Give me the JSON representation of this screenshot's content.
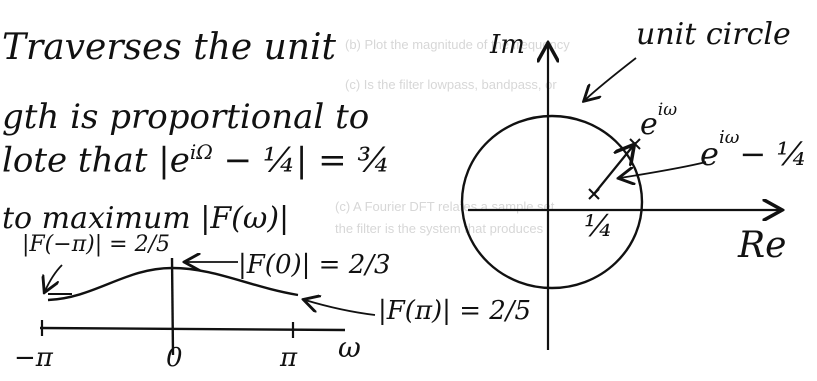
{
  "handwritten_notes": {
    "line1": "Traverses the unit",
    "line2": "gth is proportional to",
    "line3_prefix": "lote that ",
    "line3_expr": "|e",
    "line3_exp": "iΩ",
    "line3_rest": " − ¼| = ¾",
    "line4": "to maximum |F(ω)|"
  },
  "bleed_through": {
    "line1": "(b) Plot the magnitude of the frequency",
    "line2": "(c) Is the filter lowpass, bandpass, or",
    "line3": "(c) A Fourier DFT relates a sample set",
    "line4": "the filter is the system that produces"
  },
  "magnitude_sketch": {
    "label_left": "|F(−π)| = 2/5",
    "label_zero": "|F(0)| = 2/3",
    "label_right": "|F(π)| = 2/5",
    "tick_left": "−π",
    "tick_zero": "0",
    "tick_right": "π",
    "axis_label": "ω"
  },
  "unit_circle_diagram": {
    "imag_axis_label": "Im",
    "real_axis_label": "Re",
    "circle_label": "unit circle",
    "point_label": "e",
    "point_exp": "iω",
    "vector_label": "e",
    "vector_exp": "iω",
    "vector_suffix": "− ¼",
    "zero_label": "¼"
  }
}
